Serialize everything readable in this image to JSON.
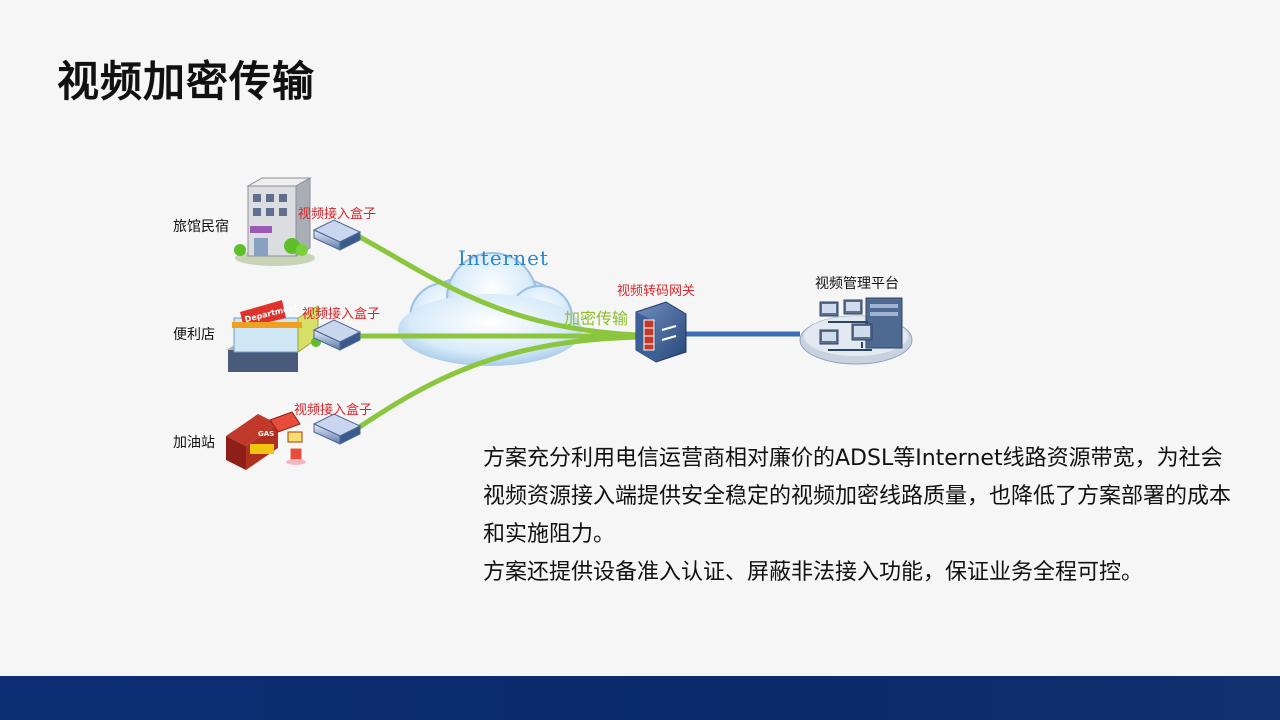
{
  "title": "视频加密传输",
  "sites": [
    {
      "name": "旅馆民宿",
      "box_label": "视频接入盒子",
      "icon": "hotel-building-icon"
    },
    {
      "name": "便利店",
      "box_label": "视频接入盒子",
      "icon": "department-store-icon"
    },
    {
      "name": "加油站",
      "box_label": "视频接入盒子",
      "icon": "gas-station-icon"
    }
  ],
  "store_sign": "Department",
  "gas_sign": "GAS",
  "internet_label": "Internet",
  "encryption_label": "加密传输",
  "gateway_label": "视频转码网关",
  "platform_label": "视频管理平台",
  "description": [
    "方案充分利用电信运营商相对廉价的ADSL等Internet线路资源带宽，为社会视频资源接入端提供安全稳定的视频加密线路质量，也降低了方案部署的成本和实施阻力。",
    "方案还提供设备准入认证、屏蔽非法接入功能，保证业务全程可控。"
  ],
  "colors": {
    "link_green": "#8cc63f",
    "link_blue": "#3a6fb5",
    "accent_red": "#d9262c",
    "footer_navy": "#0d2e74"
  }
}
